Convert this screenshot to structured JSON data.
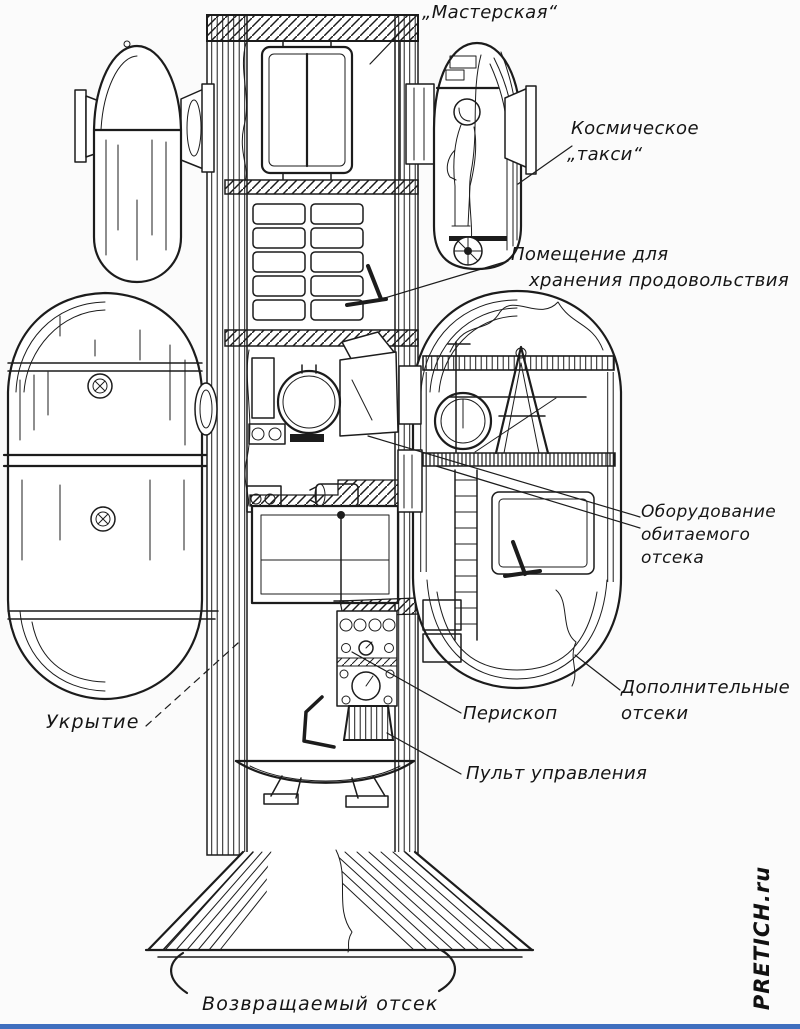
{
  "page": {
    "background_color": "#fbfbfb",
    "ink_color": "#1c1c1c",
    "bottom_bar_color": "#3f6fbf"
  },
  "labels": {
    "workshop": "„Мастерская“",
    "space_taxi_line1": "Космическое",
    "space_taxi_line2": "„такси“",
    "food_storage_line1": "Помещение для",
    "food_storage_line2": "хранения продовольствия",
    "equipment_line1": "Оборудование",
    "equipment_line2": "обитаемого",
    "equipment_line3": "отсека",
    "additional_line1": "Дополнительные",
    "additional_line2": "отсеки",
    "periscope": "Перископ",
    "control_panel": "Пульт управления",
    "shelter": "Укрытие",
    "return_module": "Возвращаемый отсек"
  },
  "watermark": {
    "text": "PRETICH.ru"
  }
}
